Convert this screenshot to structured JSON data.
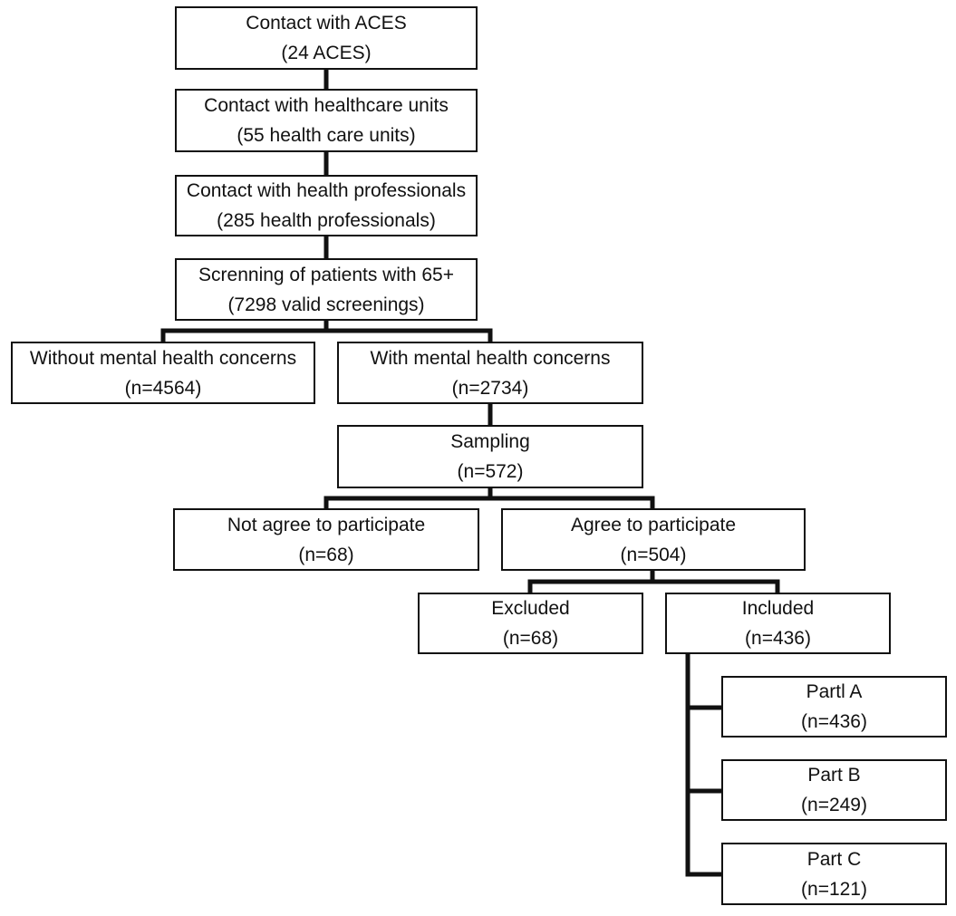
{
  "flowchart": {
    "aces": {
      "title": "Contact with ACES",
      "count": "(24 ACES)"
    },
    "units": {
      "title": "Contact with healthcare units",
      "count": "(55 health care units)"
    },
    "professionals": {
      "title": "Contact with health professionals",
      "count": "(285 health professionals)"
    },
    "screening": {
      "title": "Screnning of patients with 65+",
      "count": "(7298 valid screenings)"
    },
    "without_concerns": {
      "title": "Without mental health concerns",
      "count": "(n=4564)"
    },
    "with_concerns": {
      "title": "With mental health concerns",
      "count": "(n=2734)"
    },
    "sampling": {
      "title": "Sampling",
      "count": "(n=572)"
    },
    "not_agree": {
      "title": "Not agree to participate",
      "count": "(n=68)"
    },
    "agree": {
      "title": "Agree to participate",
      "count": "(n=504)"
    },
    "excluded": {
      "title": "Excluded",
      "count": "(n=68)"
    },
    "included": {
      "title": "Included",
      "count": "(n=436)"
    },
    "part_a": {
      "title": "Partl A",
      "count": "(n=436)"
    },
    "part_b": {
      "title": "Part B",
      "count": "(n=249)"
    },
    "part_c": {
      "title": "Part C",
      "count": "(n=121)"
    }
  }
}
